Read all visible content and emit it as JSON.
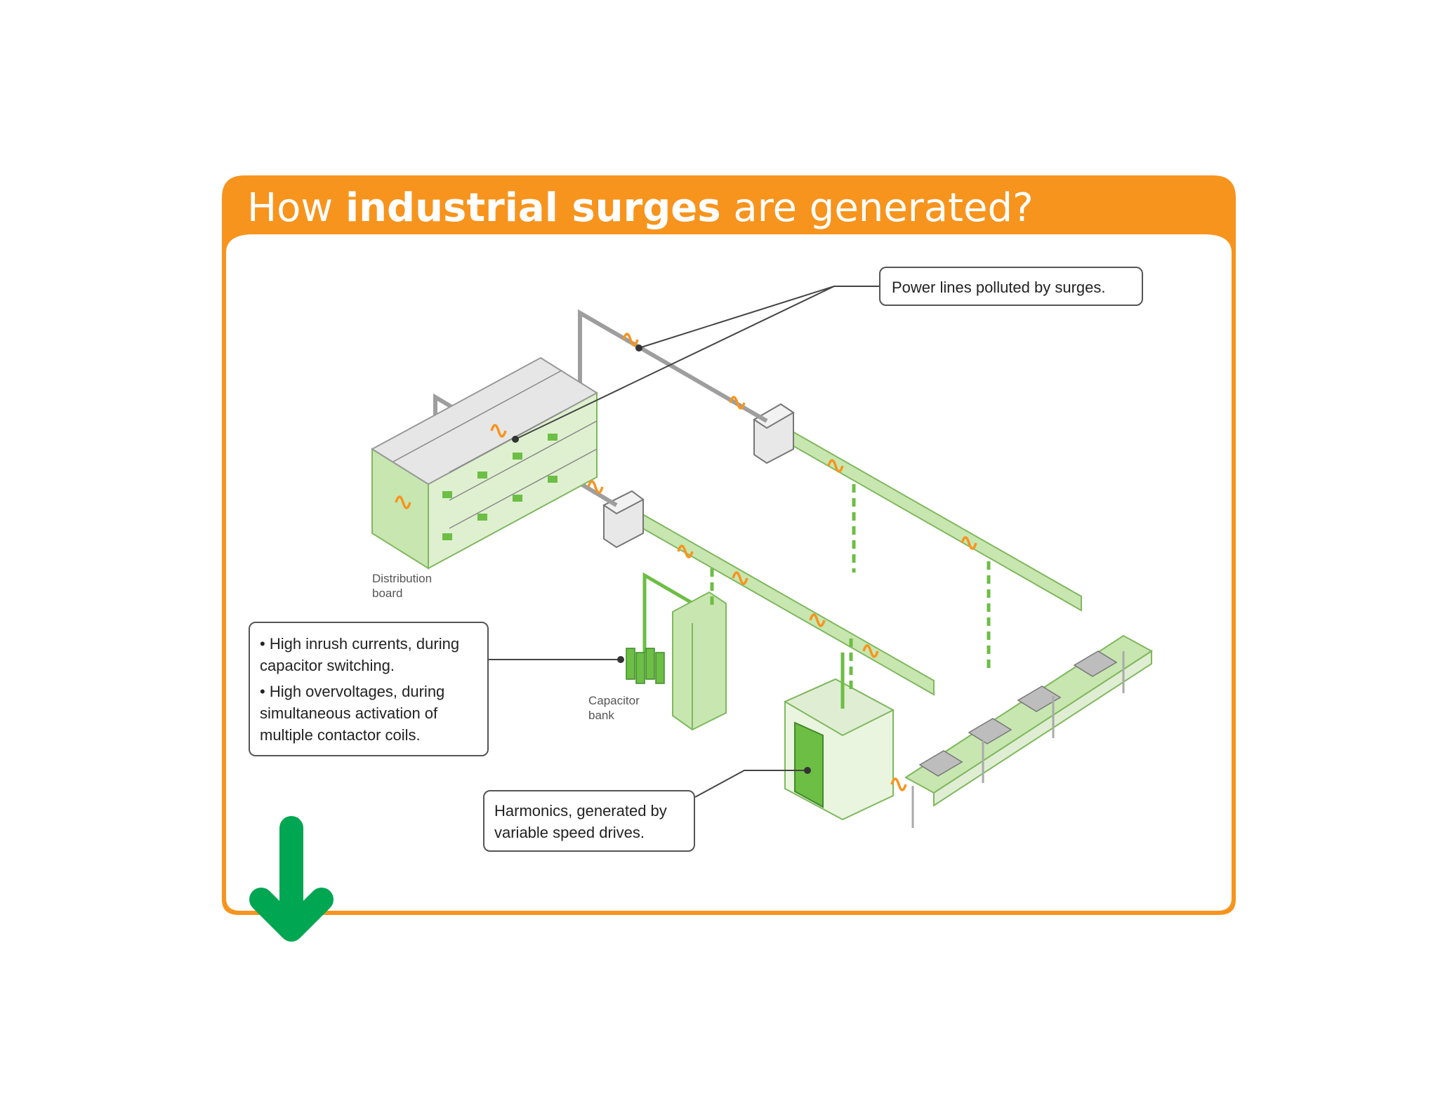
{
  "title": {
    "part1": "How ",
    "bold": "industrial surges",
    "part2": " are generated?"
  },
  "callouts": {
    "power_lines": "Power lines polluted by surges.",
    "capacitor": [
      "• High inrush currents, during capacitor switching.",
      "• High overvoltages, during simultaneous activation of multiple contactor coils."
    ],
    "harmonics": "Harmonics, generated by variable speed drives."
  },
  "labels": {
    "distribution_board": "Distribution board",
    "capacitor_bank": "Capacitor bank"
  },
  "colors": {
    "orange": "#F7941D",
    "green": "#6DBE45",
    "light_green": "#C8E6B0",
    "arrow_green": "#00A651",
    "grey": "#9E9E9E"
  },
  "icons": {
    "down_arrow": "down-arrow-icon",
    "surge": "surge-wave-icon"
  }
}
